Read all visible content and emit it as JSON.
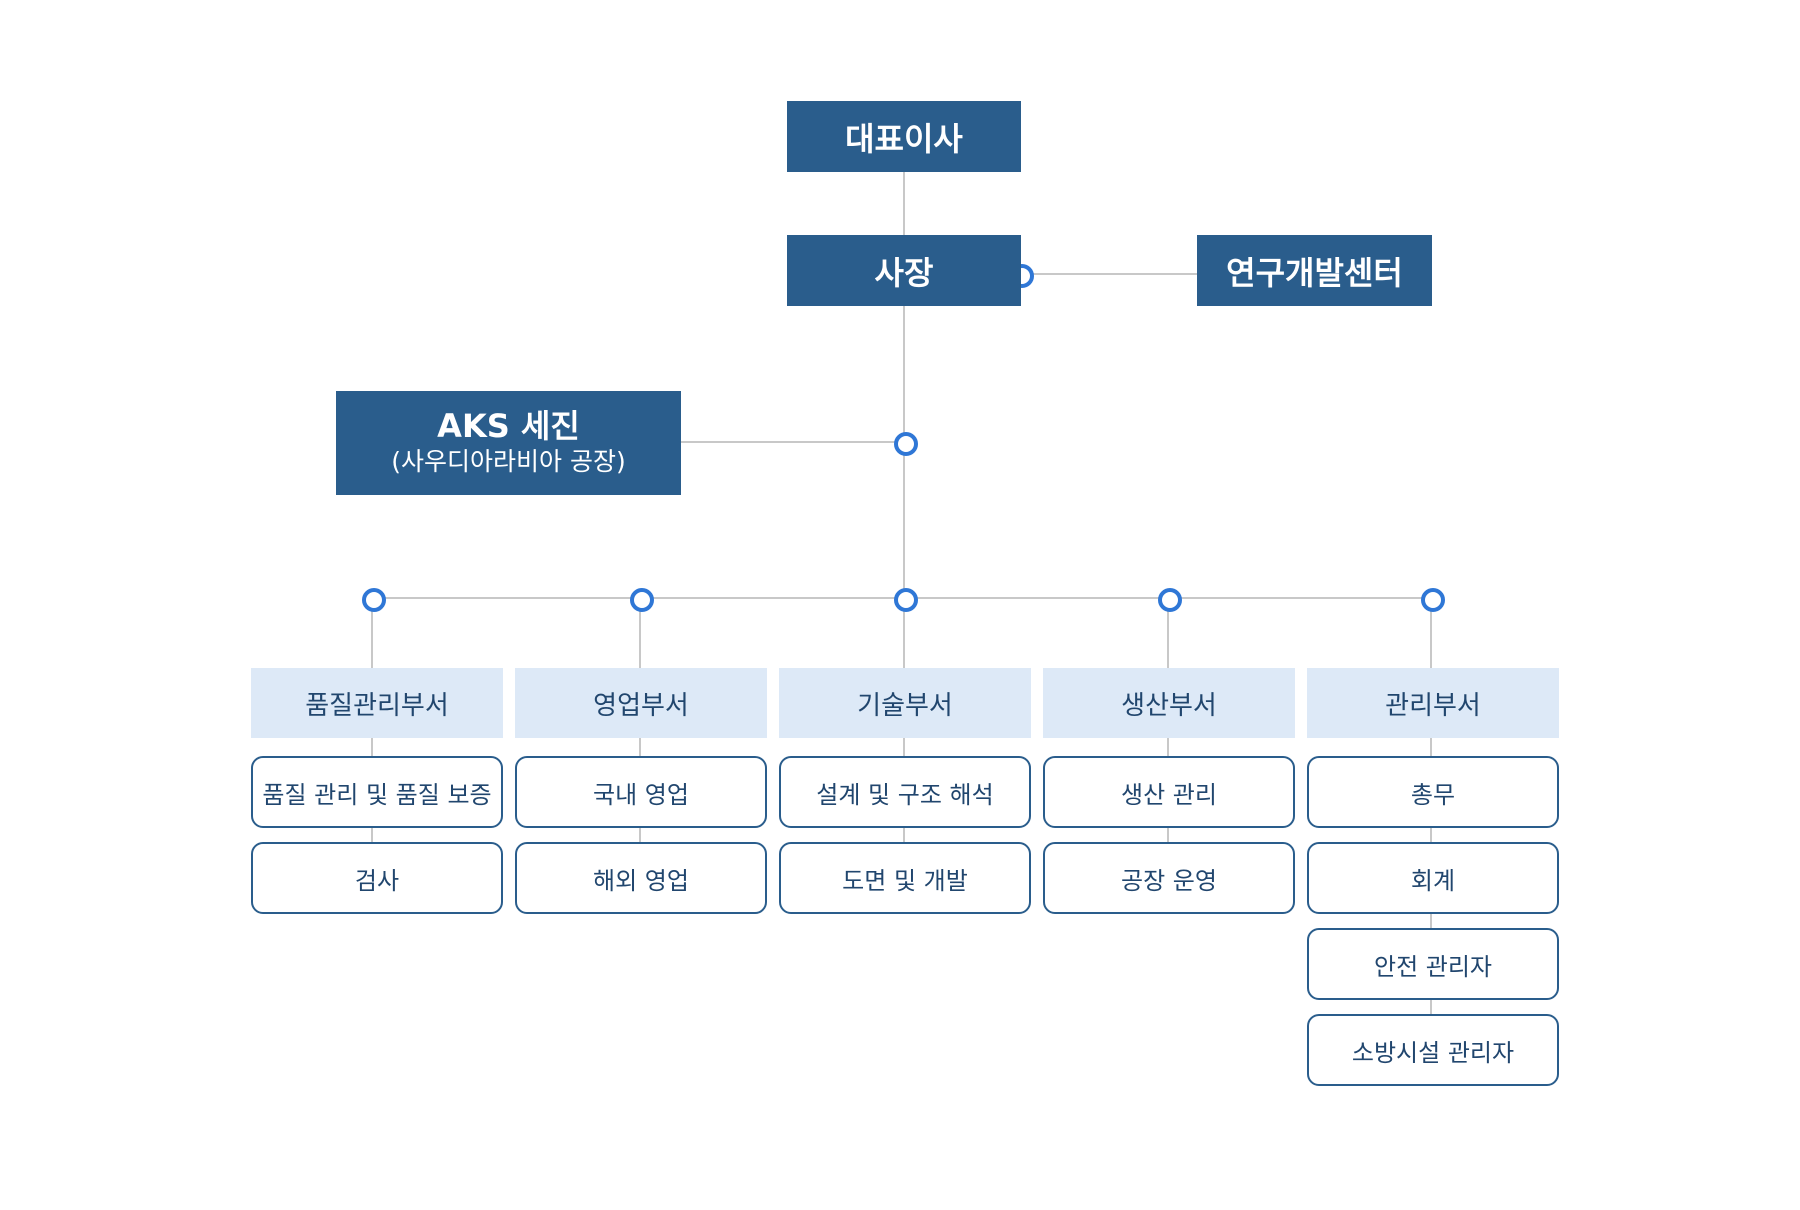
{
  "org": {
    "ceo": "대표이사",
    "president": "사장",
    "rnd": "연구개발센터",
    "aks": {
      "title": "AKS 세진",
      "subtitle": "(사우디아라비아 공장)"
    },
    "departments": [
      {
        "name": "품질관리부서",
        "duties": [
          "품질 관리 및 품질 보증",
          "검사"
        ]
      },
      {
        "name": "영업부서",
        "duties": [
          "국내 영업",
          "해외 영업"
        ]
      },
      {
        "name": "기술부서",
        "duties": [
          "설계 및 구조 해석",
          "도면 및 개발"
        ]
      },
      {
        "name": "생산부서",
        "duties": [
          "생산 관리",
          "공장 운영"
        ]
      },
      {
        "name": "관리부서",
        "duties": [
          "총무",
          "회계",
          "안전 관리자",
          "소방시설 관리자"
        ]
      }
    ]
  },
  "colors": {
    "exec_fill": "#2a5d8c",
    "dept_fill": "#dde9f7",
    "duty_border": "#2a5d8c",
    "text_dark": "#21466e",
    "connector": "#c8c8c8",
    "dot": "#2f77d6"
  }
}
